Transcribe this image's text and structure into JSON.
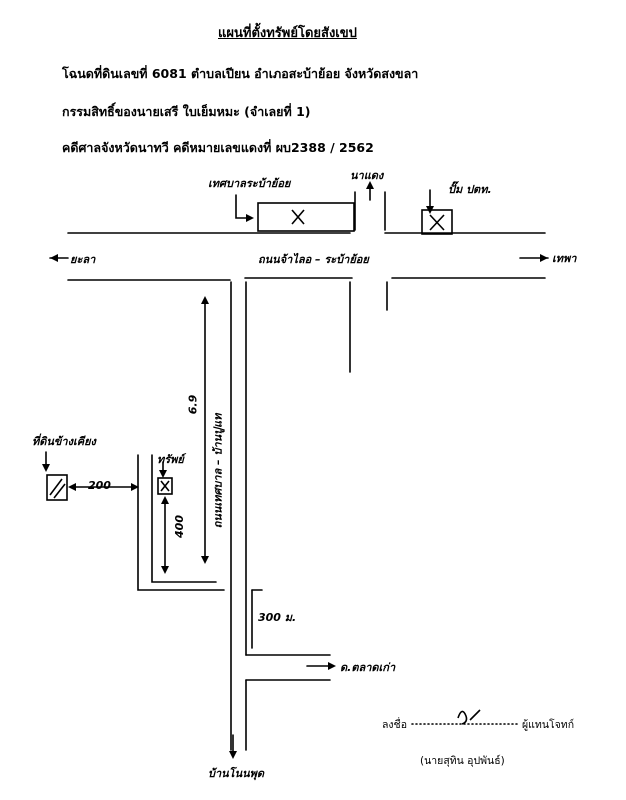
{
  "header": {
    "title": "แผนที่ตั้งทรัพย์โดยสังเขป",
    "line1": "โฉนดที่ดินเลขที่ 6081   ตำบลเปียน   อำเภอสะบ้าย้อย    จังหวัดสงขลา",
    "line2": "กรรมสิทธิ์ของนายเสรี  ใบเย็มหมะ   (จำเลยที่ 1)",
    "line3": "คดีศาลจังหวัดนาทวี คดีหมายเลขแดงที่ ผบ2388 / 2562"
  },
  "map_labels": {
    "top_left_place": "เทศบาลระบ้าย้อย",
    "top_north": "นาแดง",
    "top_right_place": "ปั๊ม ปตท.",
    "left_direction": "ยะลา",
    "right_direction": "เทพา",
    "main_road": "ถนนจ้าไลอ – ระบ้าย้อย",
    "side_road": "ถนนเทศบาล – บ้านปูแท",
    "road_distance": "6.9",
    "neighbor_plot": "ที่ดินข้างเคียง",
    "subject_plot": "ทรัพย์",
    "dist_200": "200",
    "dist_400": "400",
    "dist_300": "300 ม.",
    "east_branch": "ด.ตลาดเก่า",
    "bottom_direction": "บ้านโนนพุด",
    "plot_mark": "X"
  },
  "signature": {
    "sign_label": "ลงชื่อ",
    "signer_role": "ผู้แทนโจทก์",
    "signer_name": "(นายสุทิน  อุปพันธ์)"
  }
}
